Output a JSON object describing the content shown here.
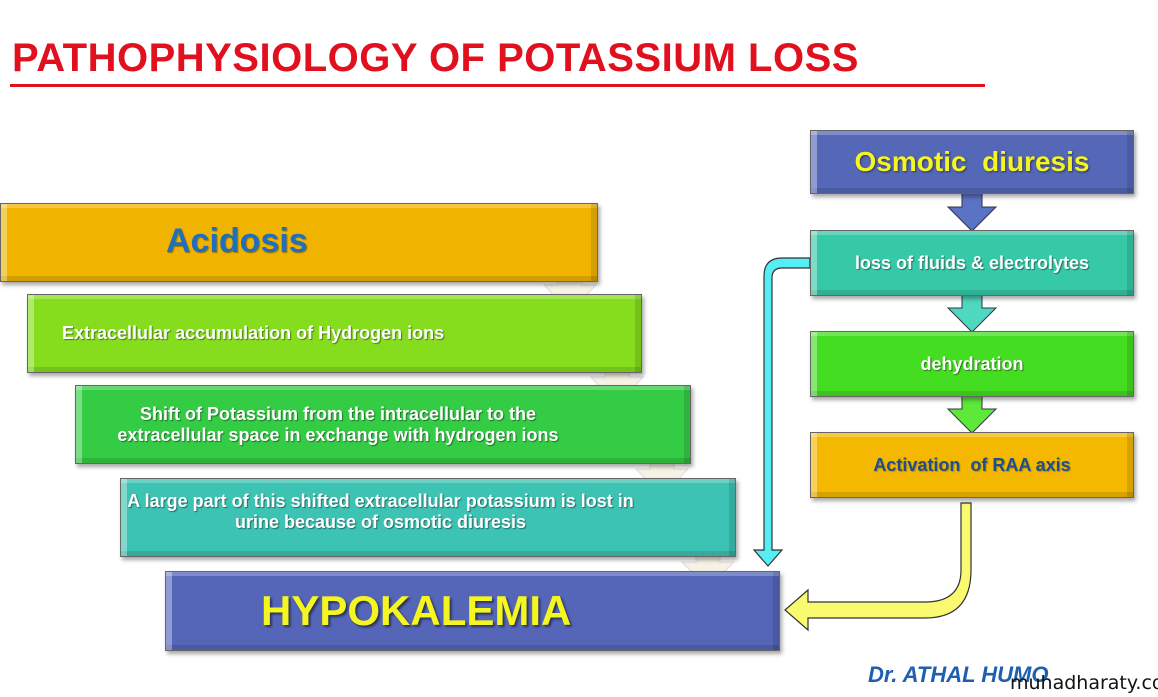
{
  "title": "PATHOPHYSIOLOGY OF POTASSIUM LOSS",
  "left_chain": [
    {
      "label": "Acidosis",
      "color": "#f0b400"
    },
    {
      "label": "Extracellular accumulation  of Hydrogen ions",
      "color": "#86dd1e"
    },
    {
      "label": "Shift of Potassium  from the intracellular to the extracellular space in exchange with hydrogen ions",
      "color": "#35cc45"
    },
    {
      "label": "A large part of this shifted extracellular potassium is lost in urine because of osmotic diuresis",
      "color": "#3cc3b3"
    }
  ],
  "outcome": {
    "label": "HYPOKALEMIA",
    "color": "#5566b8"
  },
  "right_chain": [
    {
      "label": "Osmotic  diuresis",
      "color": "#5568b8"
    },
    {
      "label": "loss of fluids & electrolytes",
      "color": "#36c9a8"
    },
    {
      "label": "dehydration",
      "color": "#44dd22"
    },
    {
      "label": "Activation  of RAA axis",
      "color": "#f5b800"
    }
  ],
  "credit": "Dr. ATHAL HUMO",
  "watermark": "muhadharaty.com"
}
